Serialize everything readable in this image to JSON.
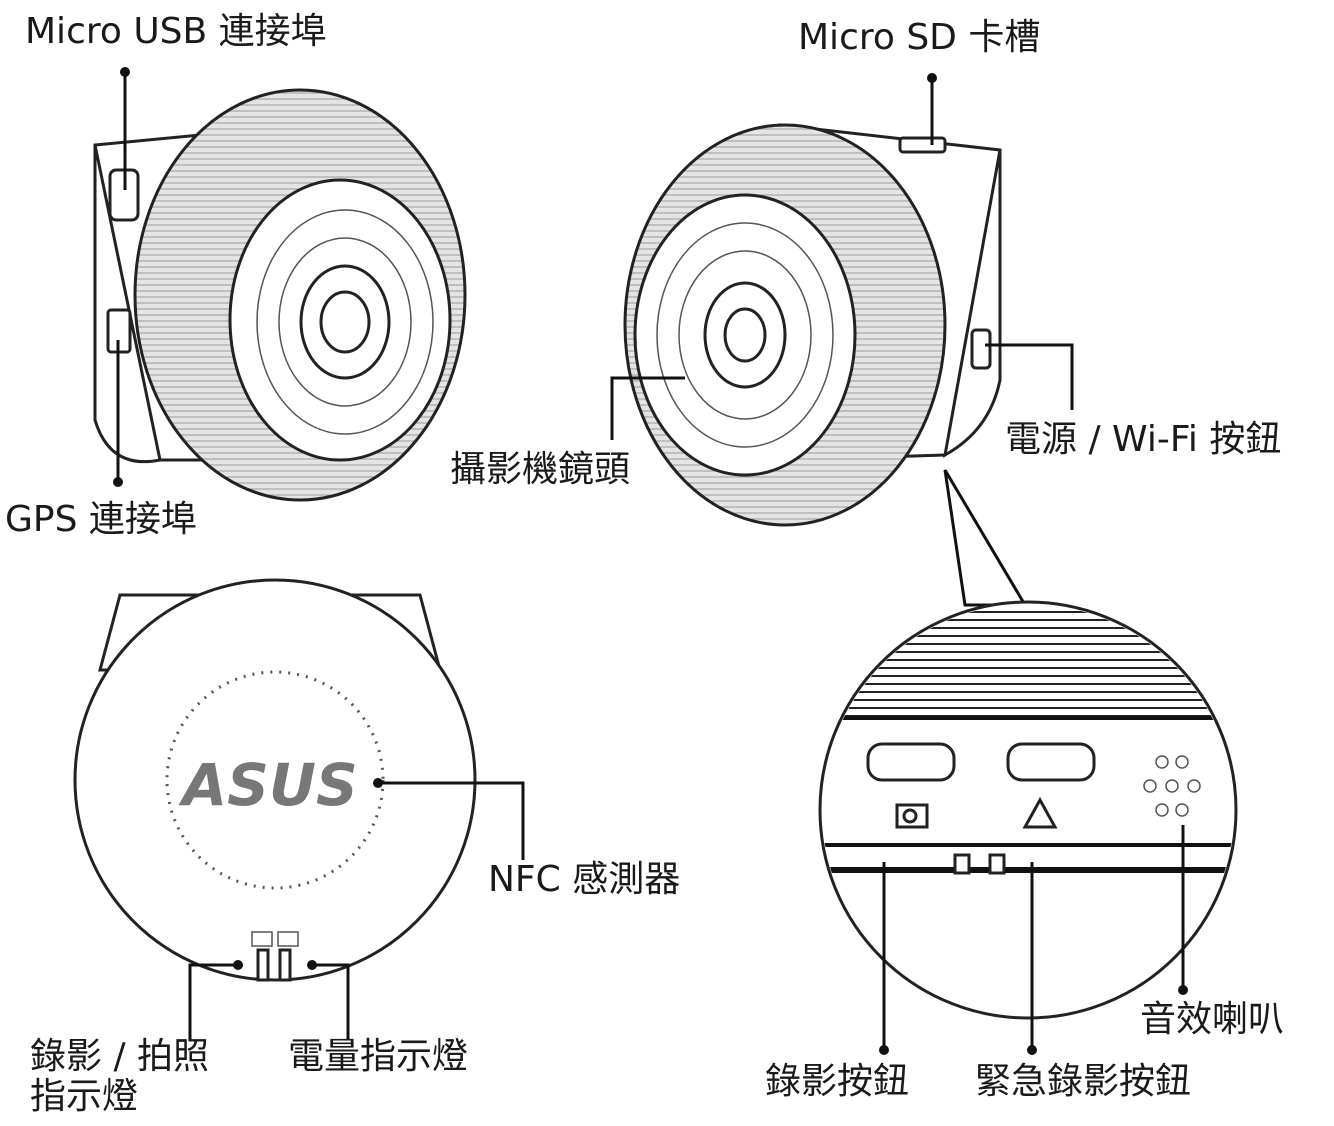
{
  "labels": {
    "micro_usb": "Micro USB 連接埠",
    "micro_sd": "Micro SD 卡槽",
    "gps": "GPS 連接埠",
    "lens": "攝影機鏡頭",
    "power_wifi": "電源 / Wi-Fi 按鈕",
    "nfc": "NFC 感測器",
    "record_led_line1": "錄影 / 拍照",
    "record_led_line2": "指示燈",
    "battery_led": "電量指示燈",
    "speaker": "音效喇叭",
    "record_button": "錄影按鈕",
    "emergency_button": "緊急錄影按鈕"
  },
  "logo": {
    "brand": "ASUS"
  }
}
